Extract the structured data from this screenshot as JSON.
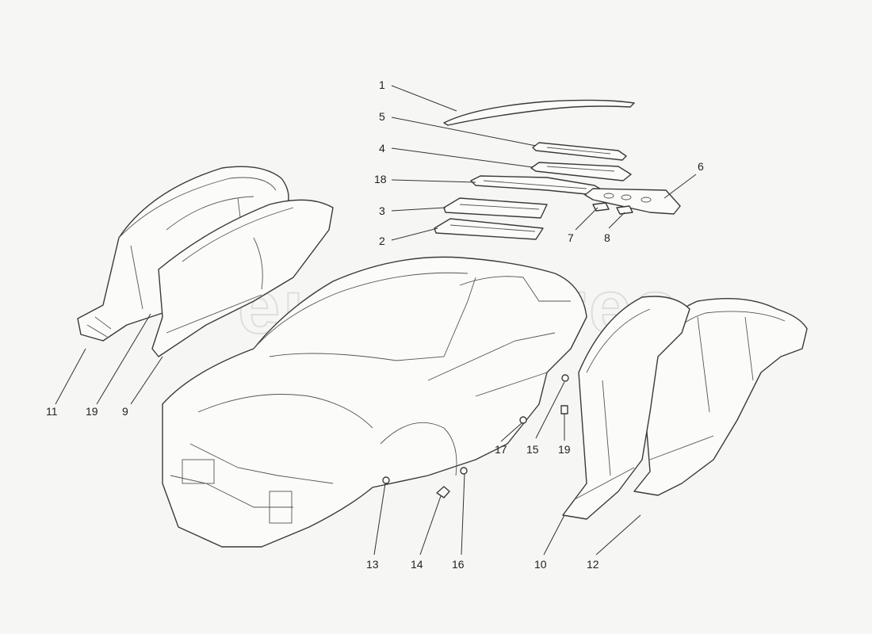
{
  "callouts": [
    {
      "id": "c1",
      "label": "1"
    },
    {
      "id": "c5",
      "label": "5"
    },
    {
      "id": "c4",
      "label": "4"
    },
    {
      "id": "c18",
      "label": "18"
    },
    {
      "id": "c3",
      "label": "3"
    },
    {
      "id": "c2",
      "label": "2"
    },
    {
      "id": "c6",
      "label": "6"
    },
    {
      "id": "c7",
      "label": "7"
    },
    {
      "id": "c8",
      "label": "8"
    },
    {
      "id": "c11",
      "label": "11"
    },
    {
      "id": "c19a",
      "label": "19"
    },
    {
      "id": "c9",
      "label": "9"
    },
    {
      "id": "c17",
      "label": "17"
    },
    {
      "id": "c15",
      "label": "15"
    },
    {
      "id": "c19b",
      "label": "19"
    },
    {
      "id": "c13",
      "label": "13"
    },
    {
      "id": "c14",
      "label": "14"
    },
    {
      "id": "c16",
      "label": "16"
    },
    {
      "id": "c10",
      "label": "10"
    },
    {
      "id": "c12",
      "label": "12"
    }
  ],
  "watermark": {
    "text": "eurospares"
  },
  "colors": {
    "background": "#f6f6f4",
    "line": "#3a3a3a"
  }
}
